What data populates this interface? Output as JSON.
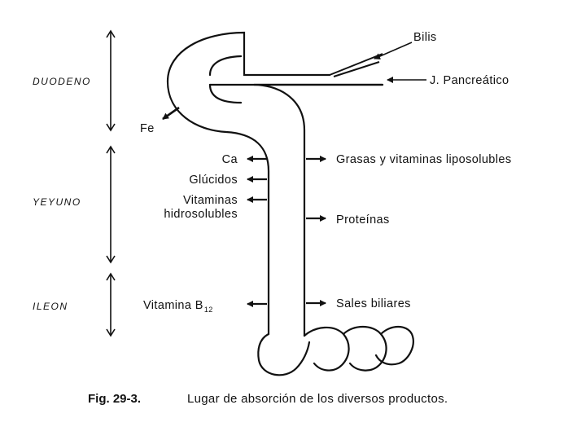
{
  "sections": {
    "duodeno": "DUODENO",
    "yeyuno": "YEYUNO",
    "ileon": "ILEON"
  },
  "inputs": {
    "bilis": "Bilis",
    "pancreatic": "J. Pancreático"
  },
  "absorbed_left": {
    "fe": "Fe",
    "ca": "Ca",
    "glucidos": "Glúcidos",
    "vitaminas_line1": "Vitaminas",
    "vitaminas_line2": "hidrosolubles",
    "vitamina_b": "Vitamina  B",
    "b_subscript": "12"
  },
  "absorbed_right": {
    "grasas": "Grasas  y  vitaminas  liposolubles",
    "proteinas": "Proteínas",
    "sales": "Sales  biliares"
  },
  "caption": {
    "number": "Fig. 29-3.",
    "text": "Lugar de absorción de los diversos productos."
  },
  "colors": {
    "ink": "#111111",
    "background": "#ffffff"
  }
}
